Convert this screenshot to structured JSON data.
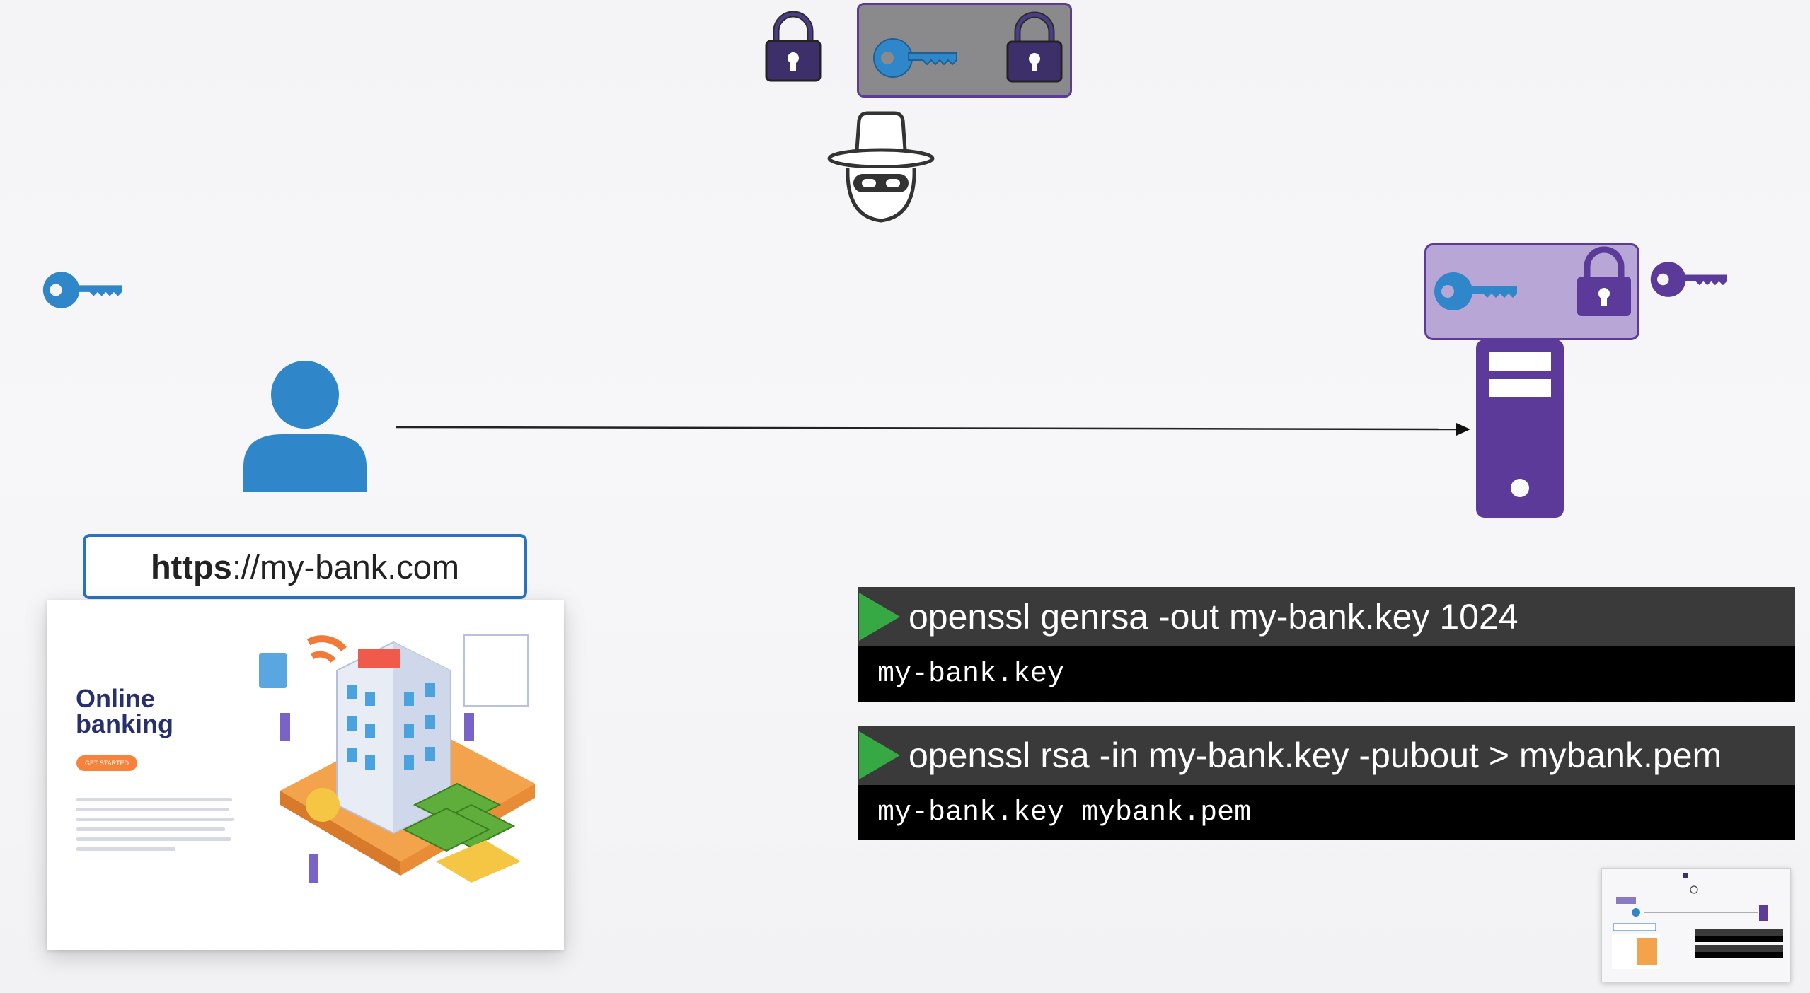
{
  "url_bar": {
    "scheme_bold": "https",
    "rest": "://my-bank.com"
  },
  "bank_page": {
    "title": "Online\nbanking",
    "cta": "GET STARTED"
  },
  "terminals": [
    {
      "command": "openssl genrsa -out my-bank.key 1024",
      "output": "my-bank.key"
    },
    {
      "command": "openssl rsa -in my-bank.key -pubout > mybank.pem",
      "output": "my-bank.key mybank.pem"
    }
  ],
  "colors": {
    "user_blue": "#2f86c8",
    "server_purple": "#5b3a9a",
    "lock_dark": "#3c2f6a",
    "terminal_green": "#37a944"
  },
  "icons": {
    "top_lock": "lock-icon",
    "hacker_key": "key-icon",
    "hacker": "hacker-icon",
    "user_key": "key-icon",
    "user": "user-icon",
    "server_key_blue": "key-icon",
    "server_key_purple": "key-icon",
    "server": "server-icon"
  }
}
